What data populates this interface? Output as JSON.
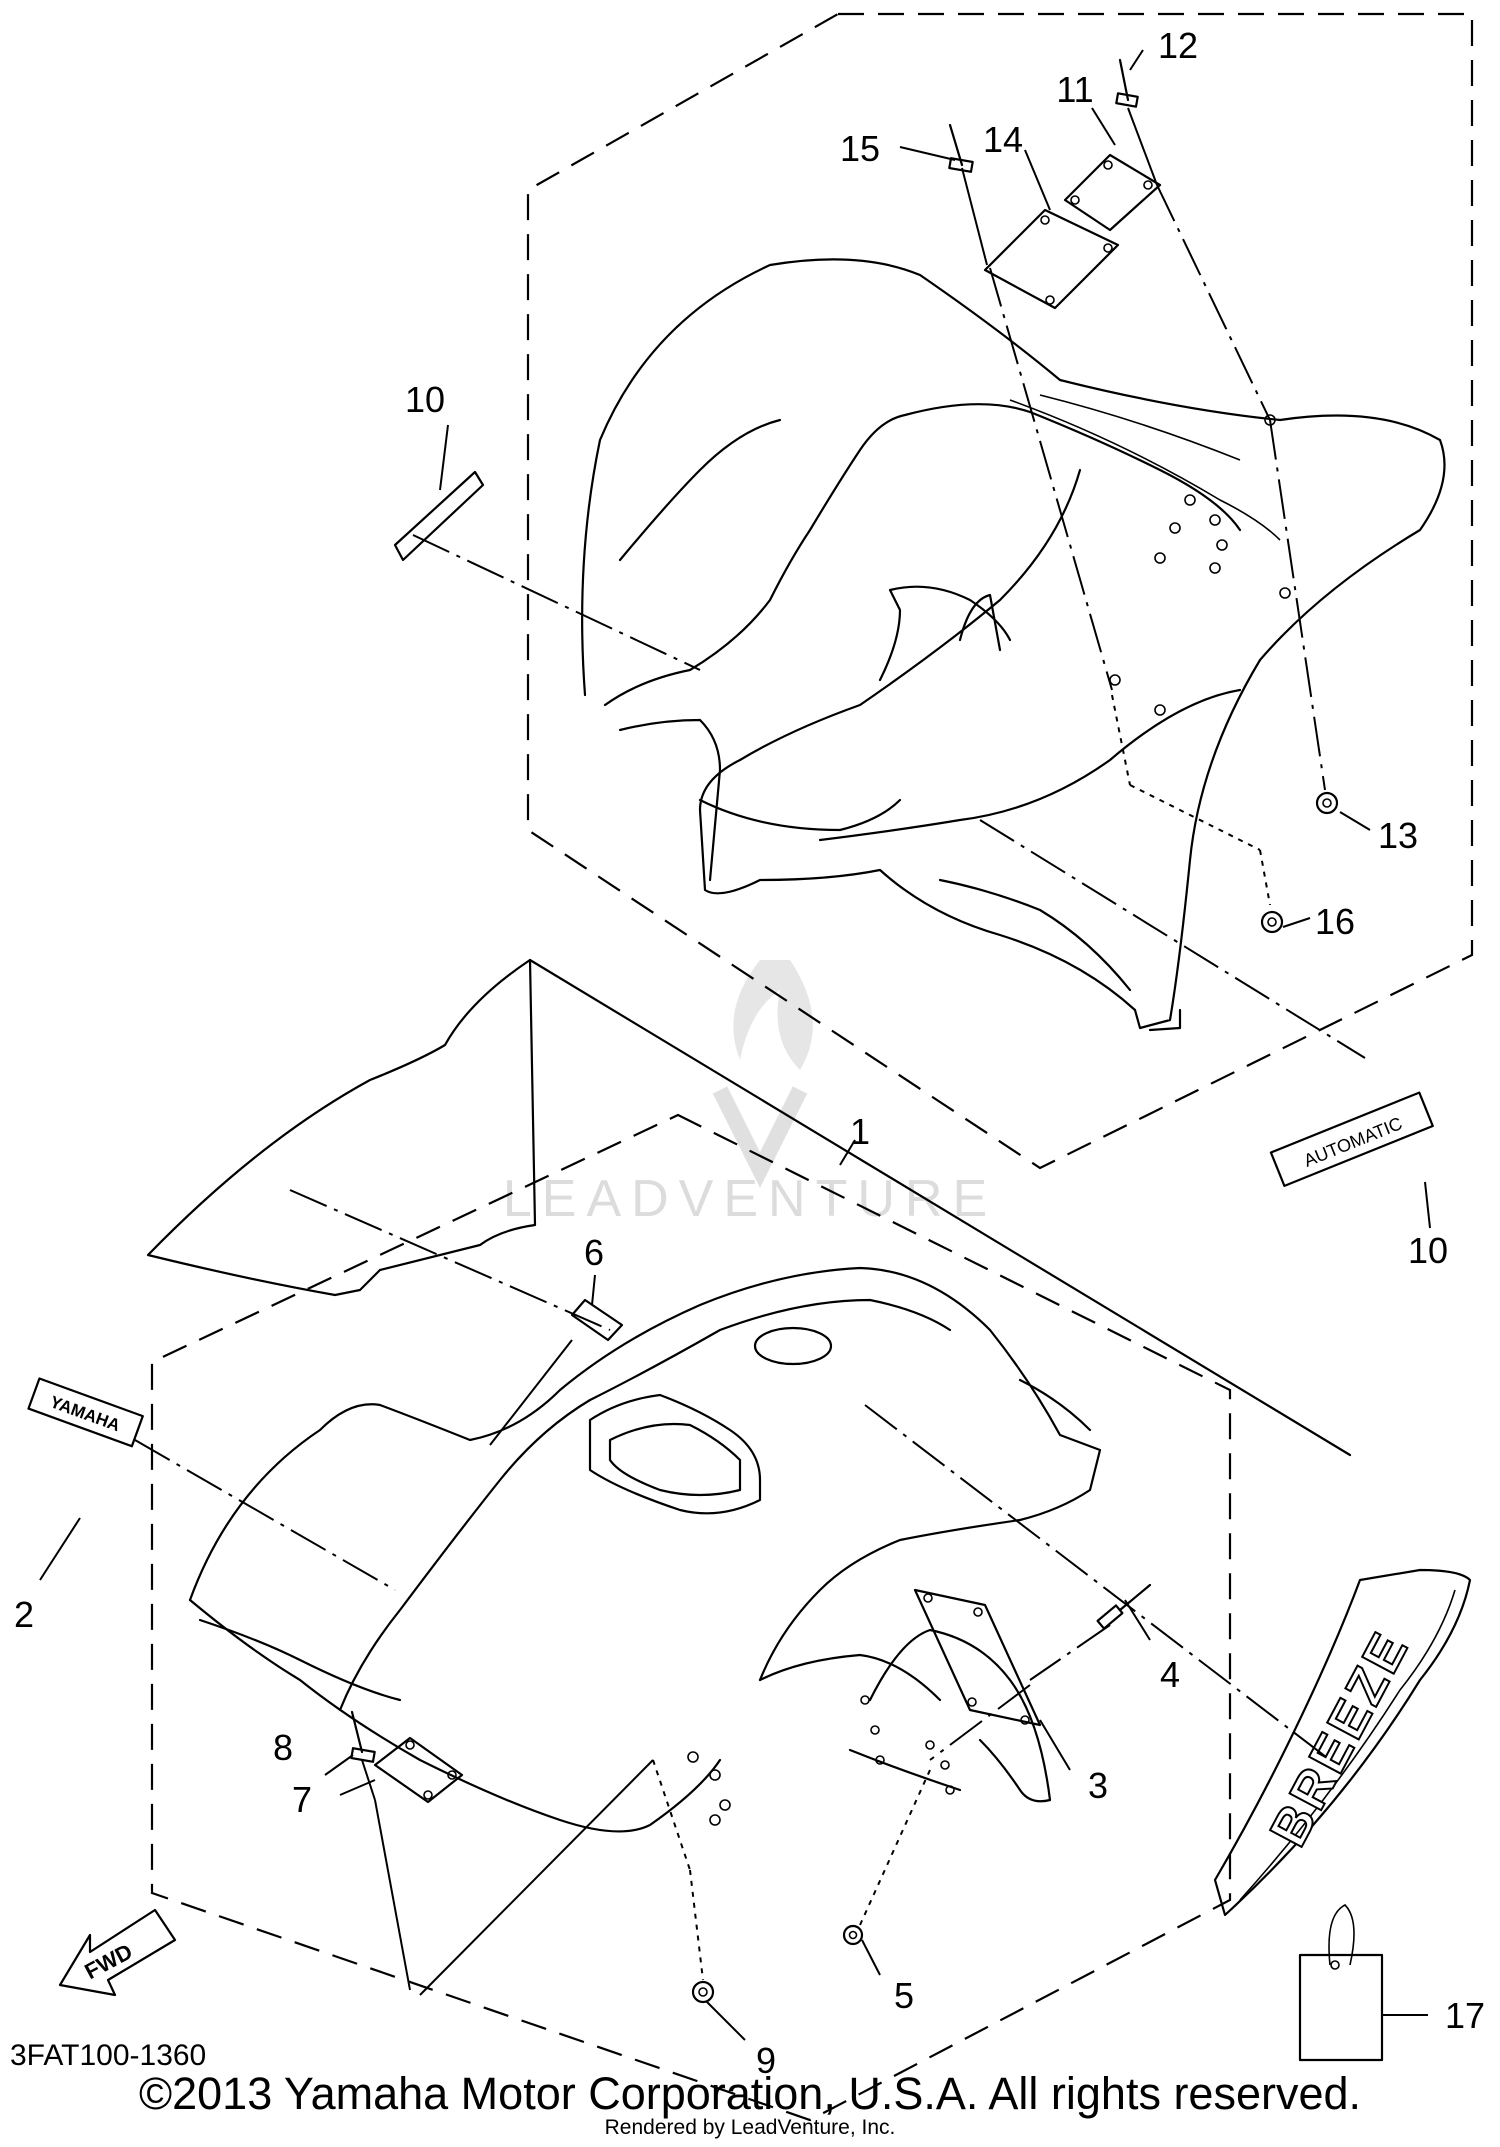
{
  "diagram_code": "3FAT100-1360",
  "copyright": "©2013 Yamaha Motor Corporation, U.S.A. All rights reserved.",
  "rendered_by": "Rendered by LeadVenture, Inc.",
  "watermark": "LEADVENTURE",
  "decal_text": {
    "yamaha": "YAMAHA",
    "automatic": "AUTOMATIC",
    "breeze": "BREEZE",
    "fwd": "FWD"
  },
  "callouts": [
    {
      "id": "callout-1",
      "label": "1"
    },
    {
      "id": "callout-2",
      "label": "2"
    },
    {
      "id": "callout-3",
      "label": "3"
    },
    {
      "id": "callout-4",
      "label": "4"
    },
    {
      "id": "callout-5",
      "label": "5"
    },
    {
      "id": "callout-6",
      "label": "6"
    },
    {
      "id": "callout-7",
      "label": "7"
    },
    {
      "id": "callout-8",
      "label": "8"
    },
    {
      "id": "callout-9",
      "label": "9"
    },
    {
      "id": "callout-10-top",
      "label": "10"
    },
    {
      "id": "callout-10-right",
      "label": "10"
    },
    {
      "id": "callout-11",
      "label": "11"
    },
    {
      "id": "callout-12",
      "label": "12"
    },
    {
      "id": "callout-13",
      "label": "13"
    },
    {
      "id": "callout-14",
      "label": "14"
    },
    {
      "id": "callout-15",
      "label": "15"
    },
    {
      "id": "callout-16",
      "label": "16"
    },
    {
      "id": "callout-17",
      "label": "17"
    }
  ]
}
